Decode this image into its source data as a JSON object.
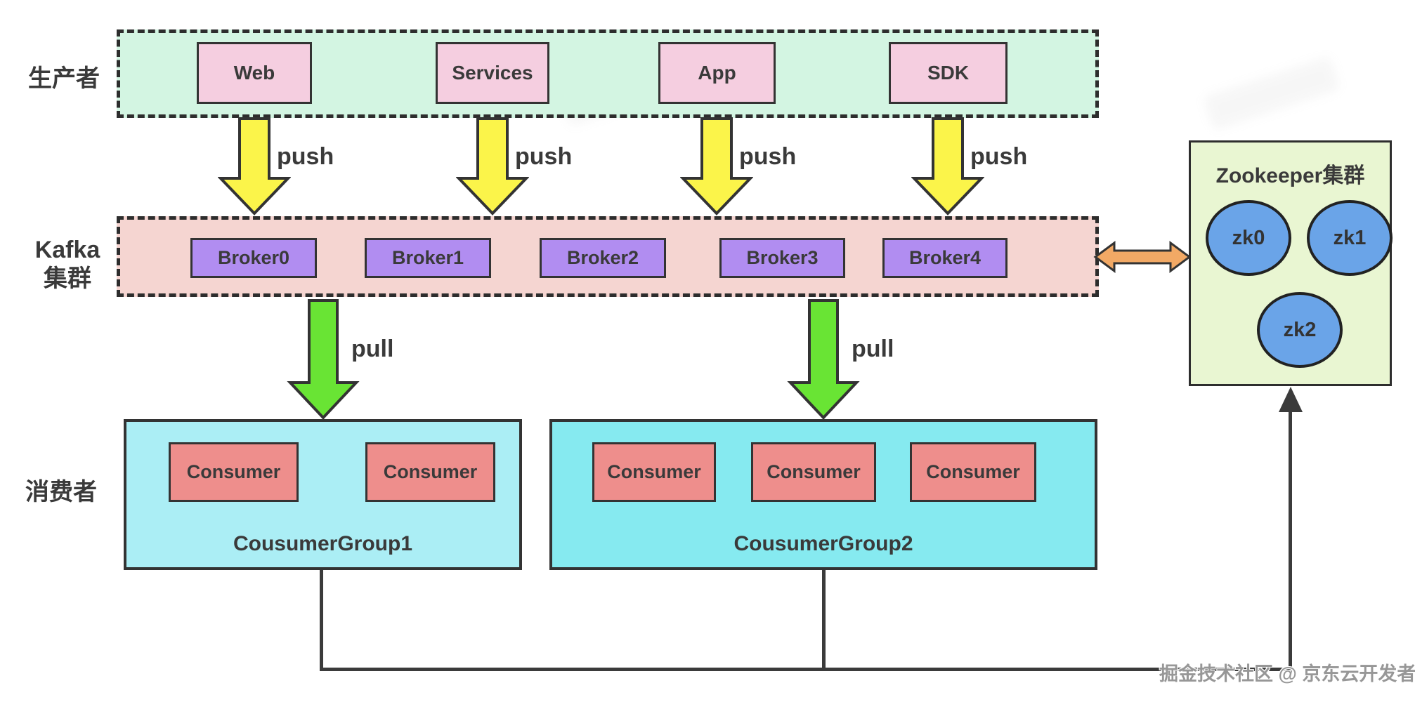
{
  "diagram": {
    "row_labels": {
      "producers": "生产者",
      "kafka_line1": "Kafka",
      "kafka_line2": "集群",
      "consumers": "消费者"
    },
    "producers": {
      "items": [
        "Web",
        "Services",
        "App",
        "SDK"
      ]
    },
    "brokers": [
      "Broker0",
      "Broker1",
      "Broker2",
      "Broker3",
      "Broker4"
    ],
    "flow": {
      "push_label": "push",
      "pull_label": "pull"
    },
    "consumer_groups": [
      {
        "label": "CousumerGroup1",
        "consumers": [
          "Consumer",
          "Consumer"
        ]
      },
      {
        "label": "CousumerGroup2",
        "consumers": [
          "Consumer",
          "Consumer",
          "Consumer"
        ]
      }
    ],
    "zookeeper": {
      "title": "Zookeeper集群",
      "nodes": [
        "zk0",
        "zk1",
        "zk2"
      ]
    },
    "watermark": "掘金技术社区 @ 京东云开发者",
    "colors": {
      "producers_container": "#d3f5e2",
      "producer_node": "#f5cee0",
      "kafka_container": "#f5d5d1",
      "broker_node": "#b18df1",
      "push_arrow": "#fbf44a",
      "pull_arrow": "#69e434",
      "zk_sync_arrow": "#f2a965",
      "consumer_group1": "#abeef5",
      "consumer_group2": "#86eaf0",
      "consumer_node": "#ee8e8c",
      "zookeeper_box": "#e9f6d2",
      "zookeeper_node": "#6aa4e8",
      "connector_line": "#3b3b3b"
    }
  }
}
